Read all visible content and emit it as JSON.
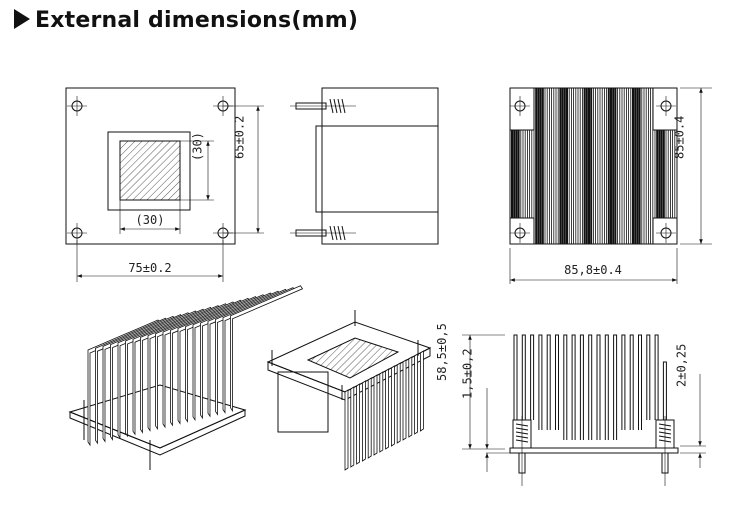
{
  "title": "External dimensions(mm)",
  "dimensions": {
    "top_inner_height": "(30)",
    "top_inner_width": "(30)",
    "top_hole_pitch_v": "65±0.2",
    "top_hole_pitch_h": "75±0.2",
    "fin_height_side": "85±0.4",
    "fin_width": "85,8±0.4",
    "total_height": "58,5±0,5",
    "base_thickness": "1,5±0,2",
    "plate_thickness": "2±0,25"
  },
  "colors": {
    "line": "#111111",
    "background": "#ffffff"
  }
}
